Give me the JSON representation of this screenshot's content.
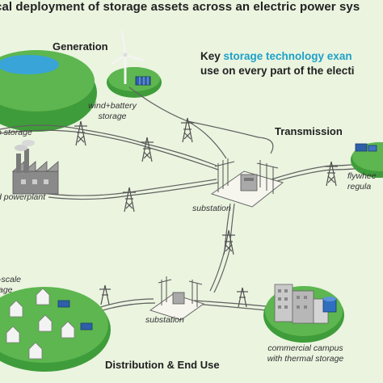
{
  "title": "cal deployment of storage assets across an electric power sys",
  "headings": {
    "generation": "Generation",
    "transmission": "Transmission",
    "distribution": "Distribution & End Use"
  },
  "key": {
    "line1_prefix": "Key",
    "line1_highlight": "storage technology exan",
    "line2": "use on every part of the electi"
  },
  "labels": {
    "hydro_storage": "o storage",
    "wind_battery_line1": "wind+battery",
    "wind_battery_line2": "storage",
    "powerplant": "d powerplant",
    "substation_top": "substation",
    "substation_bottom": "substation",
    "flywheel_line1": "flywhee",
    "flywheel_line2": "regula",
    "community_line1": "-scale",
    "community_line2": "age",
    "campus_line1": "commercial campus",
    "campus_line2": "with thermal storage"
  },
  "colors": {
    "background": "#eaf4df",
    "land_green": "#4caa44",
    "land_dark": "#2e7d32",
    "highlight_text": "#1fa0c8",
    "power_line": "#555555"
  }
}
